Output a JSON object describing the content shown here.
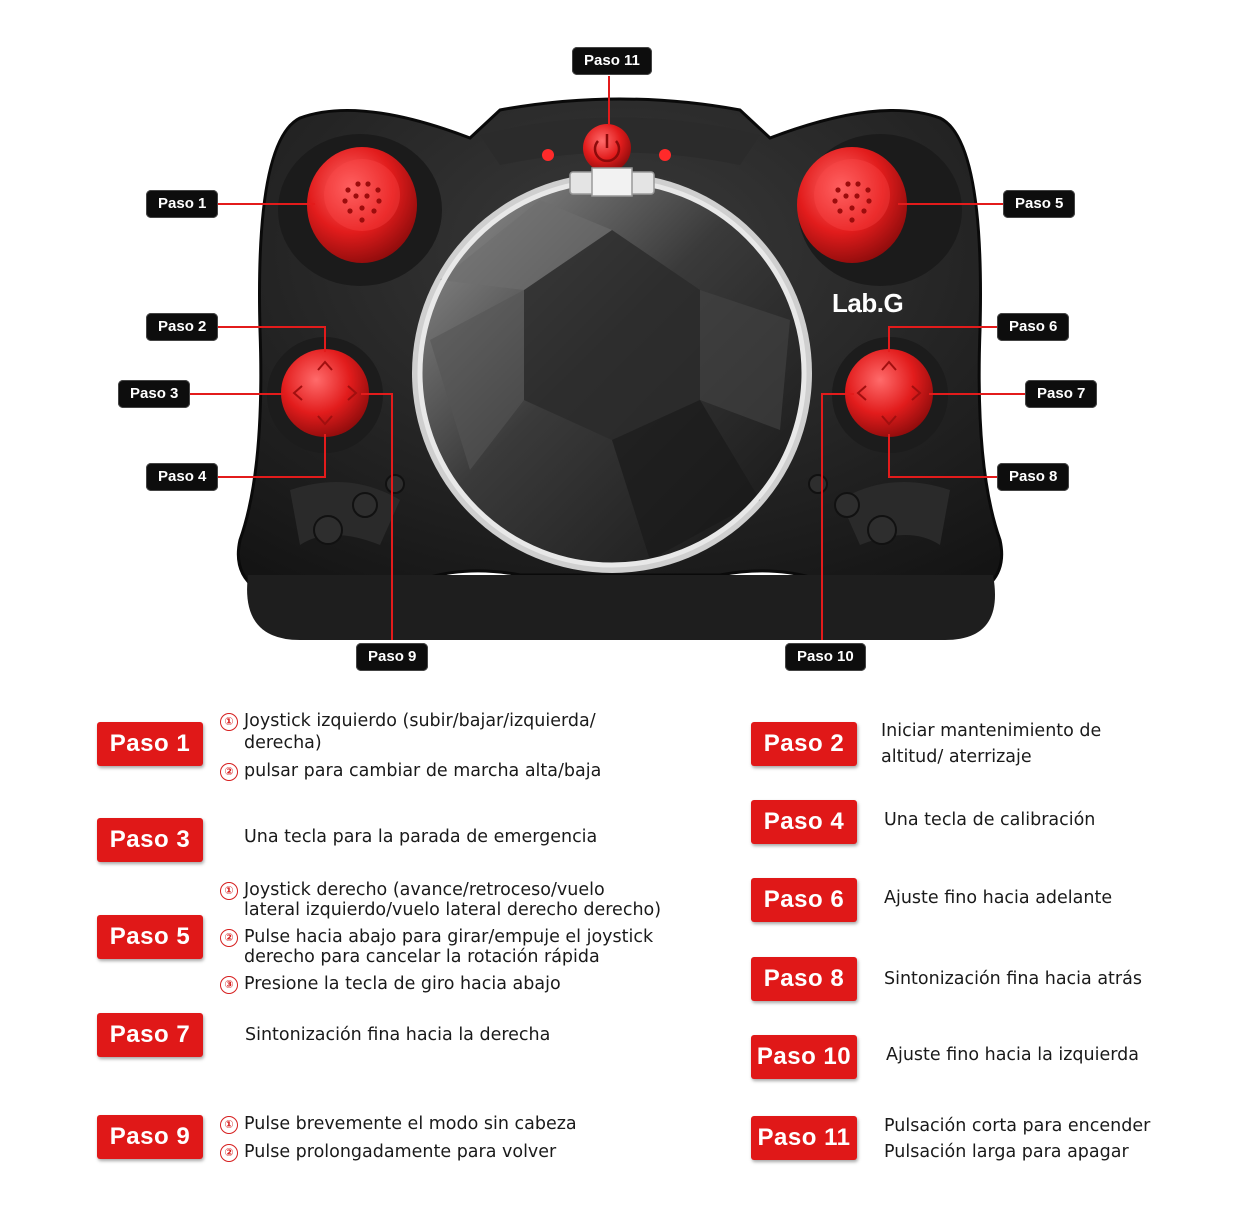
{
  "brand": "Lab.G",
  "accent_color": "#e01818",
  "callouts": {
    "p1": "Paso 1",
    "p2": "Paso 2",
    "p3": "Paso 3",
    "p4": "Paso 4",
    "p5": "Paso 5",
    "p6": "Paso 6",
    "p7": "Paso 7",
    "p8": "Paso 8",
    "p9": "Paso 9",
    "p10": "Paso 10",
    "p11": "Paso 11"
  },
  "legend": {
    "paso1": {
      "label": "Paso 1",
      "n1": "①",
      "l1": "Joystick izquierdo (subir/bajar/izquierda/",
      "l2": "derecha)",
      "n2": "②",
      "l3": "pulsar para cambiar de marcha alta/baja"
    },
    "paso2": {
      "label": "Paso 2",
      "l1": "Iniciar mantenimiento de",
      "l2": "altitud/ aterrizaje"
    },
    "paso3": {
      "label": "Paso 3",
      "l1": "Una tecla para la parada de emergencia"
    },
    "paso4": {
      "label": "Paso 4",
      "l1": "Una tecla de calibración"
    },
    "paso5": {
      "label": "Paso 5",
      "n1": "①",
      "l1": "Joystick derecho (avance/retroceso/vuelo",
      "l2": "lateral izquierdo/vuelo lateral derecho derecho)",
      "n2": "②",
      "l3": "Pulse hacia abajo para girar/empuje el joystick",
      "l4": "derecho para cancelar la rotación  rápida",
      "n3": "③",
      "l5": "Presione la tecla de giro hacia abajo"
    },
    "paso6": {
      "label": "Paso 6",
      "l1": "Ajuste fino hacia adelante"
    },
    "paso7": {
      "label": "Paso 7",
      "l1": "Sintonización fina hacia la derecha"
    },
    "paso8": {
      "label": "Paso 8",
      "l1": "Sintonización fina hacia atrás"
    },
    "paso9": {
      "label": "Paso 9",
      "n1": "①",
      "l1": "Pulse brevemente el modo sin cabeza",
      "n2": "②",
      "l2": "Pulse prolongadamente para volver"
    },
    "paso10": {
      "label": "Paso 10",
      "l1": "Ajuste fino hacia la izquierda"
    },
    "paso11": {
      "label": "Paso 11",
      "l1": "Pulsación corta para encender",
      "l2": "Pulsación larga para apagar"
    }
  }
}
